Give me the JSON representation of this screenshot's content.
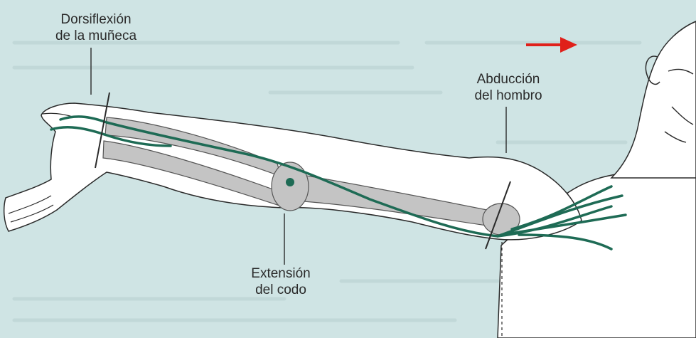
{
  "labels": {
    "wrist": {
      "line1": "Dorsiflexión",
      "line2": "de la muñeca"
    },
    "shoulder": {
      "line1": "Abducción",
      "line2": "del hombro"
    },
    "elbow": {
      "line1": "Extensión",
      "line2": "del codo"
    }
  },
  "colors": {
    "background": "#cfe4e4",
    "skin": "#ffffff",
    "bone": "#c4c4c4",
    "nerve": "#1e6b55",
    "arrow": "#e0201a",
    "line": "#2a2a2a"
  }
}
